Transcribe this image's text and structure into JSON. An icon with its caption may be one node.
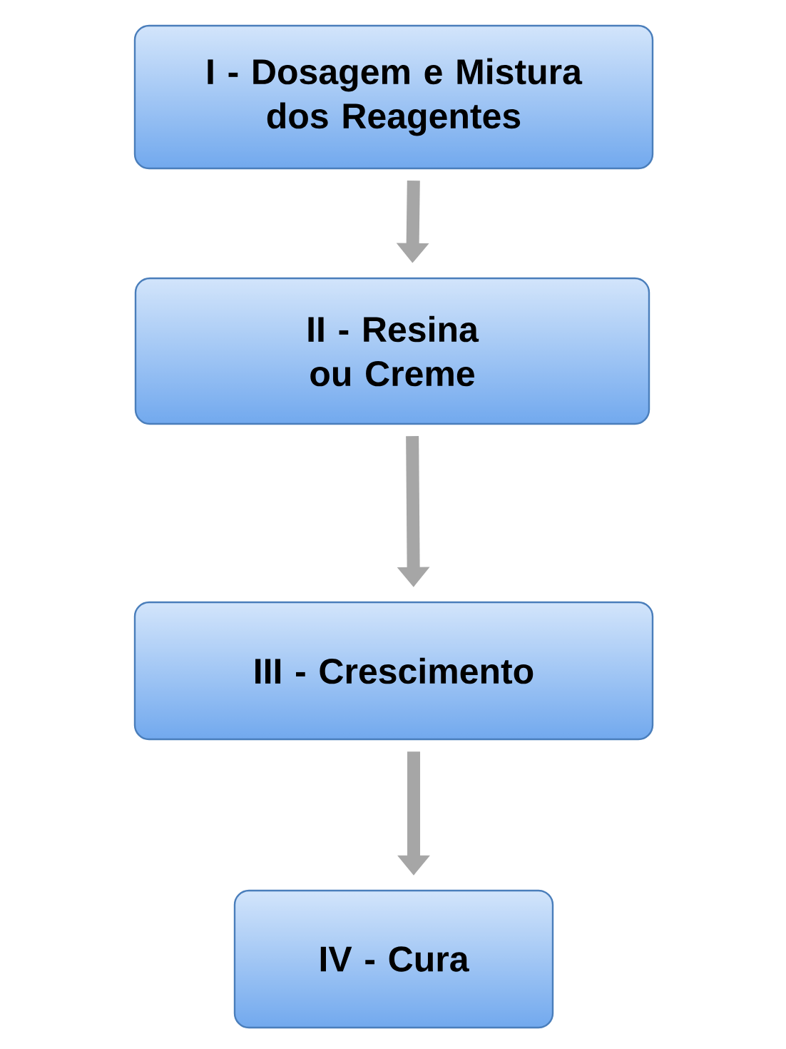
{
  "diagram": {
    "nodes": [
      {
        "text": [
          "I - Dosagem e Mistura dos Reagentes"
        ]
      },
      {
        "text": [
          "II - Resina ou Creme"
        ]
      },
      {
        "text": [
          "III - Crescimento"
        ]
      },
      {
        "text": [
          "IV - Cura"
        ]
      }
    ],
    "edges": [
      {
        "from": 0,
        "to": 1,
        "arrow": "to"
      },
      {
        "from": 1,
        "to": 2,
        "arrow": "to"
      },
      {
        "from": 2,
        "to": 3,
        "arrow": "to"
      }
    ]
  }
}
